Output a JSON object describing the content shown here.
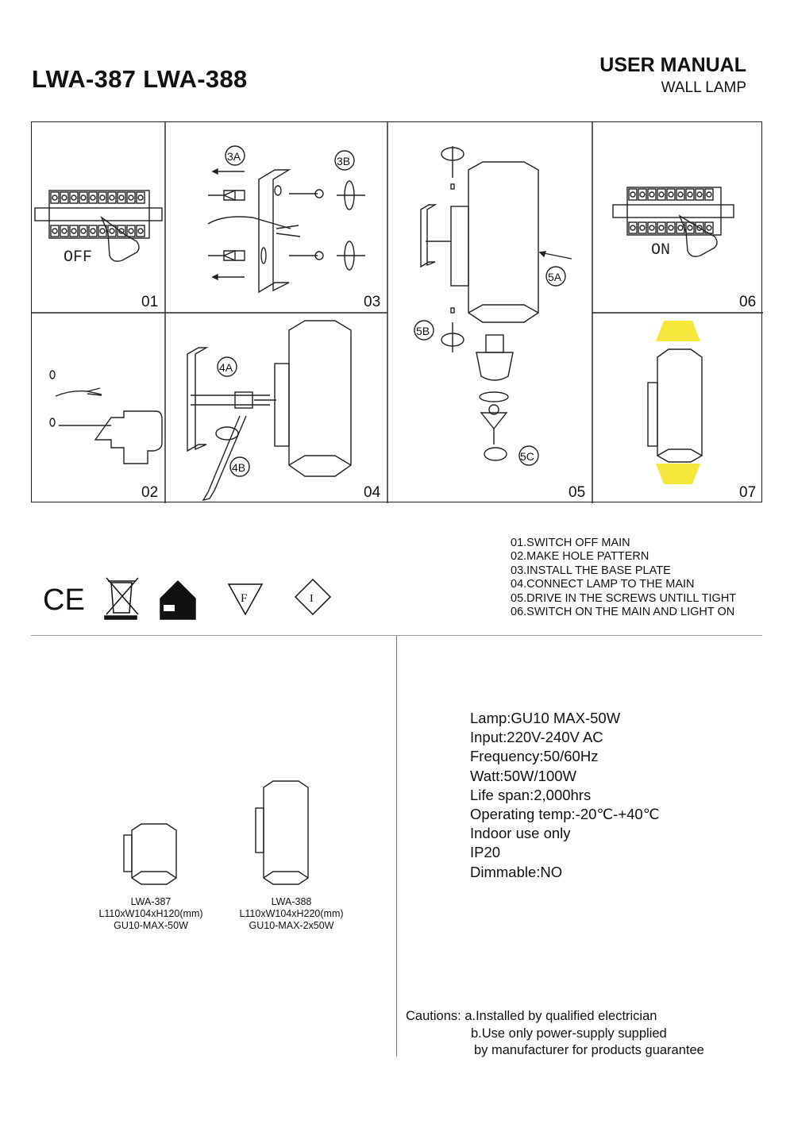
{
  "header": {
    "model_title": "LWA-387 LWA-388",
    "manual_title": "USER MANUAL",
    "product_type": "WALL LAMP"
  },
  "panels": {
    "p01": {
      "number": "01",
      "label": "OFF"
    },
    "p02": {
      "number": "02"
    },
    "p03": {
      "number": "03",
      "callout_a": "3A",
      "callout_b": "3B"
    },
    "p04": {
      "number": "04",
      "callout_a": "4A",
      "callout_b": "4B"
    },
    "p05": {
      "number": "05",
      "callout_a": "5A",
      "callout_b": "5B",
      "callout_c": "5C"
    },
    "p06": {
      "number": "06",
      "label": "ON"
    },
    "p07": {
      "number": "07"
    }
  },
  "certifications": {
    "ce": "CE",
    "f_mark": "F",
    "i_mark": "I",
    "icons": [
      "ce-mark-icon",
      "weee-bin-icon",
      "class-ii-house-icon",
      "f-mark-icon",
      "info-diamond-icon"
    ]
  },
  "steps": [
    "01.SWITCH OFF MAIN",
    "02.MAKE HOLE PATTERN",
    "03.INSTALL THE BASE PLATE",
    "04.CONNECT LAMP TO THE MAIN",
    "05.DRIVE IN THE SCREWS UNTILL TIGHT",
    "06.SWITCH ON THE MAIN AND LIGHT ON"
  ],
  "models": [
    {
      "name": "LWA-387",
      "dimensions": "L110xW104xH120(mm)",
      "bulb": "GU10-MAX-50W"
    },
    {
      "name": "LWA-388",
      "dimensions": "L110xW104xH220(mm)",
      "bulb": "GU10-MAX-2x50W"
    }
  ],
  "specs": {
    "lamp": "Lamp:GU10 MAX-50W",
    "input": "Input:220V-240V AC",
    "frequency": "Frequency:50/60Hz",
    "watt": "Watt:50W/100W",
    "life_span": "Life span:2,000hrs",
    "operating_temp": "Operating temp:-20℃-+40℃",
    "indoor": "Indoor use only",
    "ip": "IP20",
    "dimmable": "Dimmable:NO"
  },
  "cautions": {
    "label": "Cautions:",
    "a": "a.Installed by qualified electrician",
    "b": "b.Use only power-supply supplied",
    "b_cont": "by manufacturer for products guarantee"
  },
  "colors": {
    "line": "#222222",
    "light_glow": "#f5e83a",
    "divider": "#999999"
  }
}
